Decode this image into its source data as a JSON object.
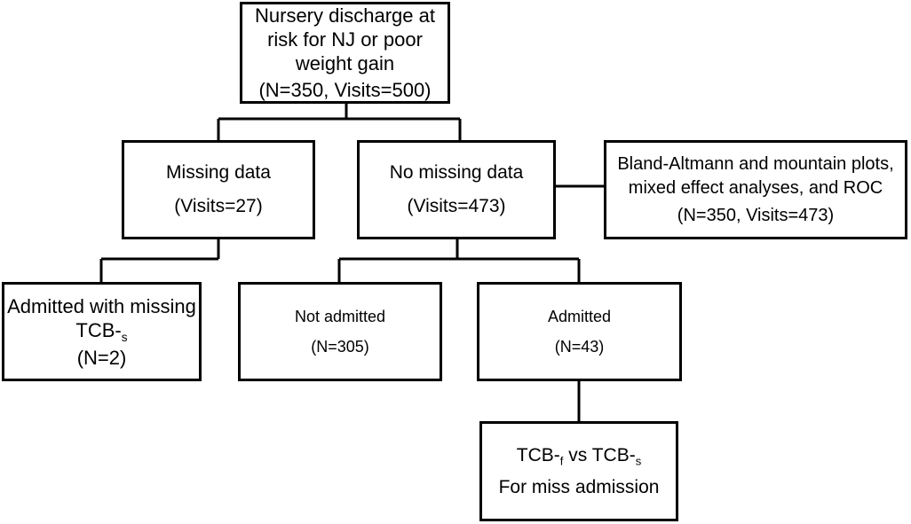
{
  "diagram": {
    "root": {
      "lines": [
        "Nursery discharge at",
        "risk for NJ or poor",
        "weight gain",
        "(N=350, Visits=500)"
      ]
    },
    "missing": {
      "lines": [
        "Missing data",
        "(Visits=27)"
      ]
    },
    "no_missing": {
      "lines": [
        "No missing data",
        "(Visits=473)"
      ]
    },
    "analyses": {
      "lines": [
        "Bland-Altmann and mountain plots,",
        "mixed effect analyses, and ROC",
        "(N=350, Visits=473)"
      ]
    },
    "admitted_missing": {
      "line1": "Admitted with missing",
      "line2_main": "TCB-",
      "line2_sub": "s",
      "line3": "(N=2)"
    },
    "not_admitted": {
      "lines": [
        "Not admitted",
        "(N=305)"
      ]
    },
    "admitted": {
      "lines": [
        "Admitted",
        "(N=43)"
      ]
    },
    "comparison": {
      "part1": "TCB-",
      "sub1": "f",
      "part2": " vs TCB-",
      "sub2": "s",
      "line2": "For miss admission"
    }
  }
}
